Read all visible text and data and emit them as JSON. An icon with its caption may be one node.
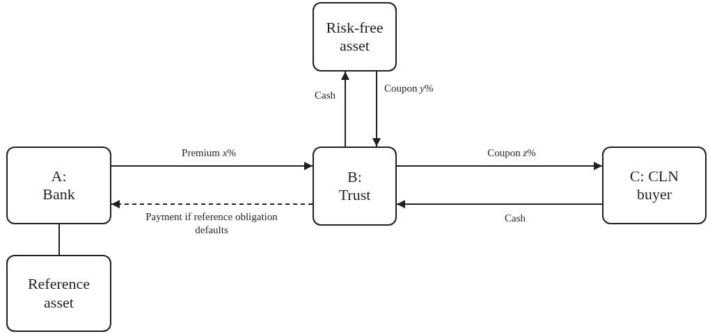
{
  "diagram": {
    "nodes": [
      {
        "text": [
          "Risk-free asset"
        ]
      },
      {
        "text": [
          "A: Bank"
        ]
      },
      {
        "text": [
          "B: Trust"
        ]
      },
      {
        "text": [
          "C: CLN buyer"
        ]
      },
      {
        "text": [
          "Reference asset"
        ]
      }
    ],
    "edges": [
      {
        "from": 2,
        "to": 0,
        "arrow": "to",
        "label": "Cash"
      },
      {
        "from": 0,
        "to": 2,
        "arrow": "to",
        "label": "Coupon *y*%"
      },
      {
        "from": 1,
        "to": 2,
        "arrow": "to",
        "label": "Premium *x*%"
      },
      {
        "from": 2,
        "to": 1,
        "arrow": "to",
        "style": "dashed",
        "label": "Payment if reference obligation defaults"
      },
      {
        "from": 2,
        "to": 3,
        "arrow": "to",
        "label": "Coupon *z*%"
      },
      {
        "from": 3,
        "to": 2,
        "arrow": "to",
        "label": "Cash"
      },
      {
        "from": 1,
        "to": 4,
        "arrow": "none"
      }
    ]
  }
}
